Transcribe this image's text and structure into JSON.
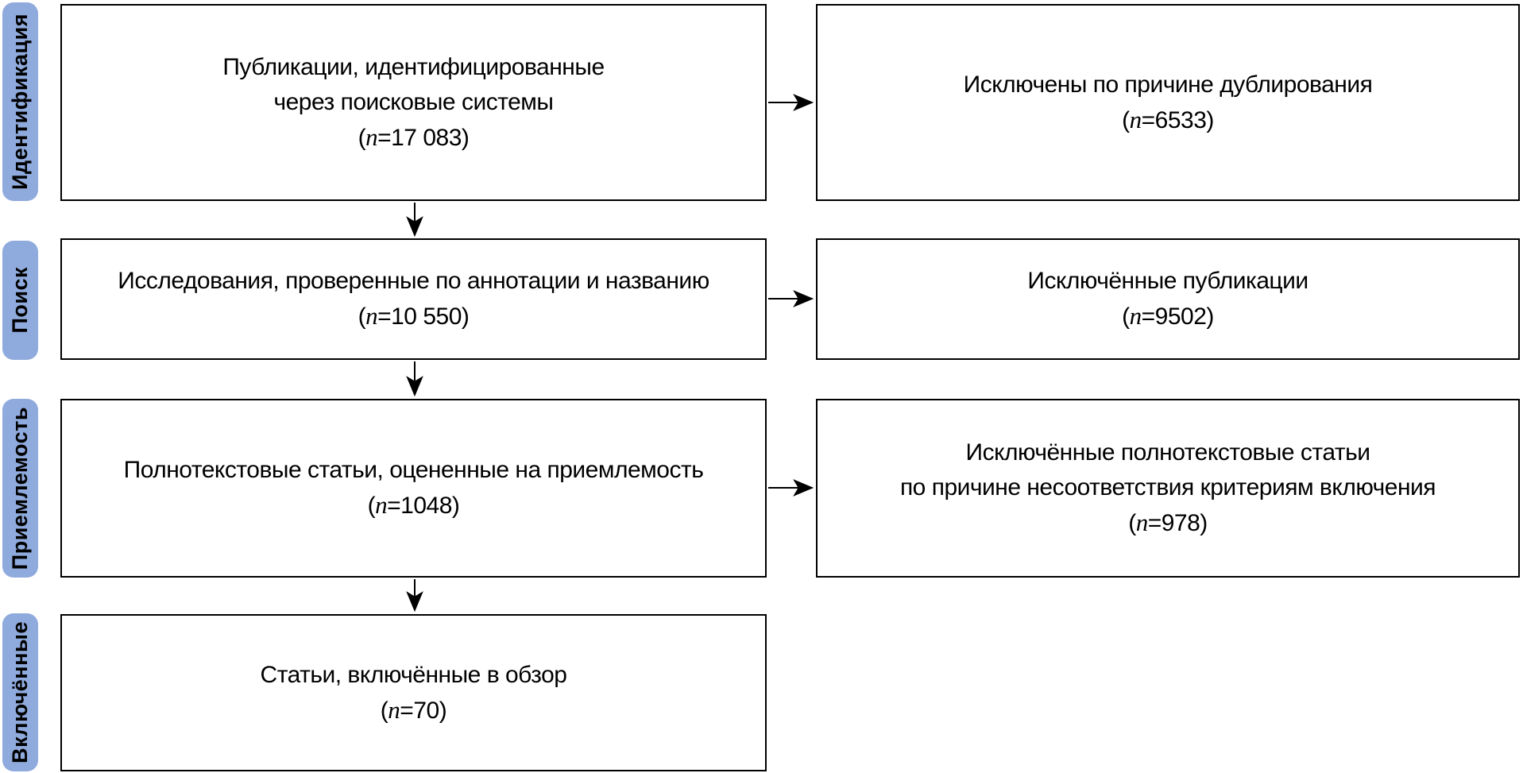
{
  "diagram": {
    "title": "PRISMA flow diagram (Russian)",
    "colors": {
      "stage_fill": "#8FAADC",
      "box_border": "#000000",
      "background": "#FFFFFF",
      "text": "#000000"
    },
    "notation": {
      "paren_open": "(",
      "n_symbol": "n",
      "equals": "=",
      "paren_close": ")"
    },
    "stages": [
      {
        "label": "Идентификация"
      },
      {
        "label": "Поиск"
      },
      {
        "label": "Приемлемость"
      },
      {
        "label": "Включённые"
      }
    ],
    "left_boxes": [
      {
        "lines": [
          "Публикации, идентифицированные",
          "через поисковые системы"
        ],
        "n_value": "17 083"
      },
      {
        "lines": [
          "Исследования, проверенные по аннотации и названию"
        ],
        "n_value": "10 550"
      },
      {
        "lines": [
          "Полнотекстовые статьи, оцененные на приемлемость"
        ],
        "n_value": "1048"
      },
      {
        "lines": [
          "Статьи, включённые в обзор"
        ],
        "n_value": "70"
      }
    ],
    "right_boxes": [
      {
        "lines": [
          "Исключены по причине дублирования"
        ],
        "n_value": "6533"
      },
      {
        "lines": [
          "Исключённые публикации"
        ],
        "n_value": "9502"
      },
      {
        "lines": [
          "Исключённые полнотекстовые статьи",
          "по причине несоответствия критериям включения"
        ],
        "n_value": "978"
      }
    ]
  }
}
